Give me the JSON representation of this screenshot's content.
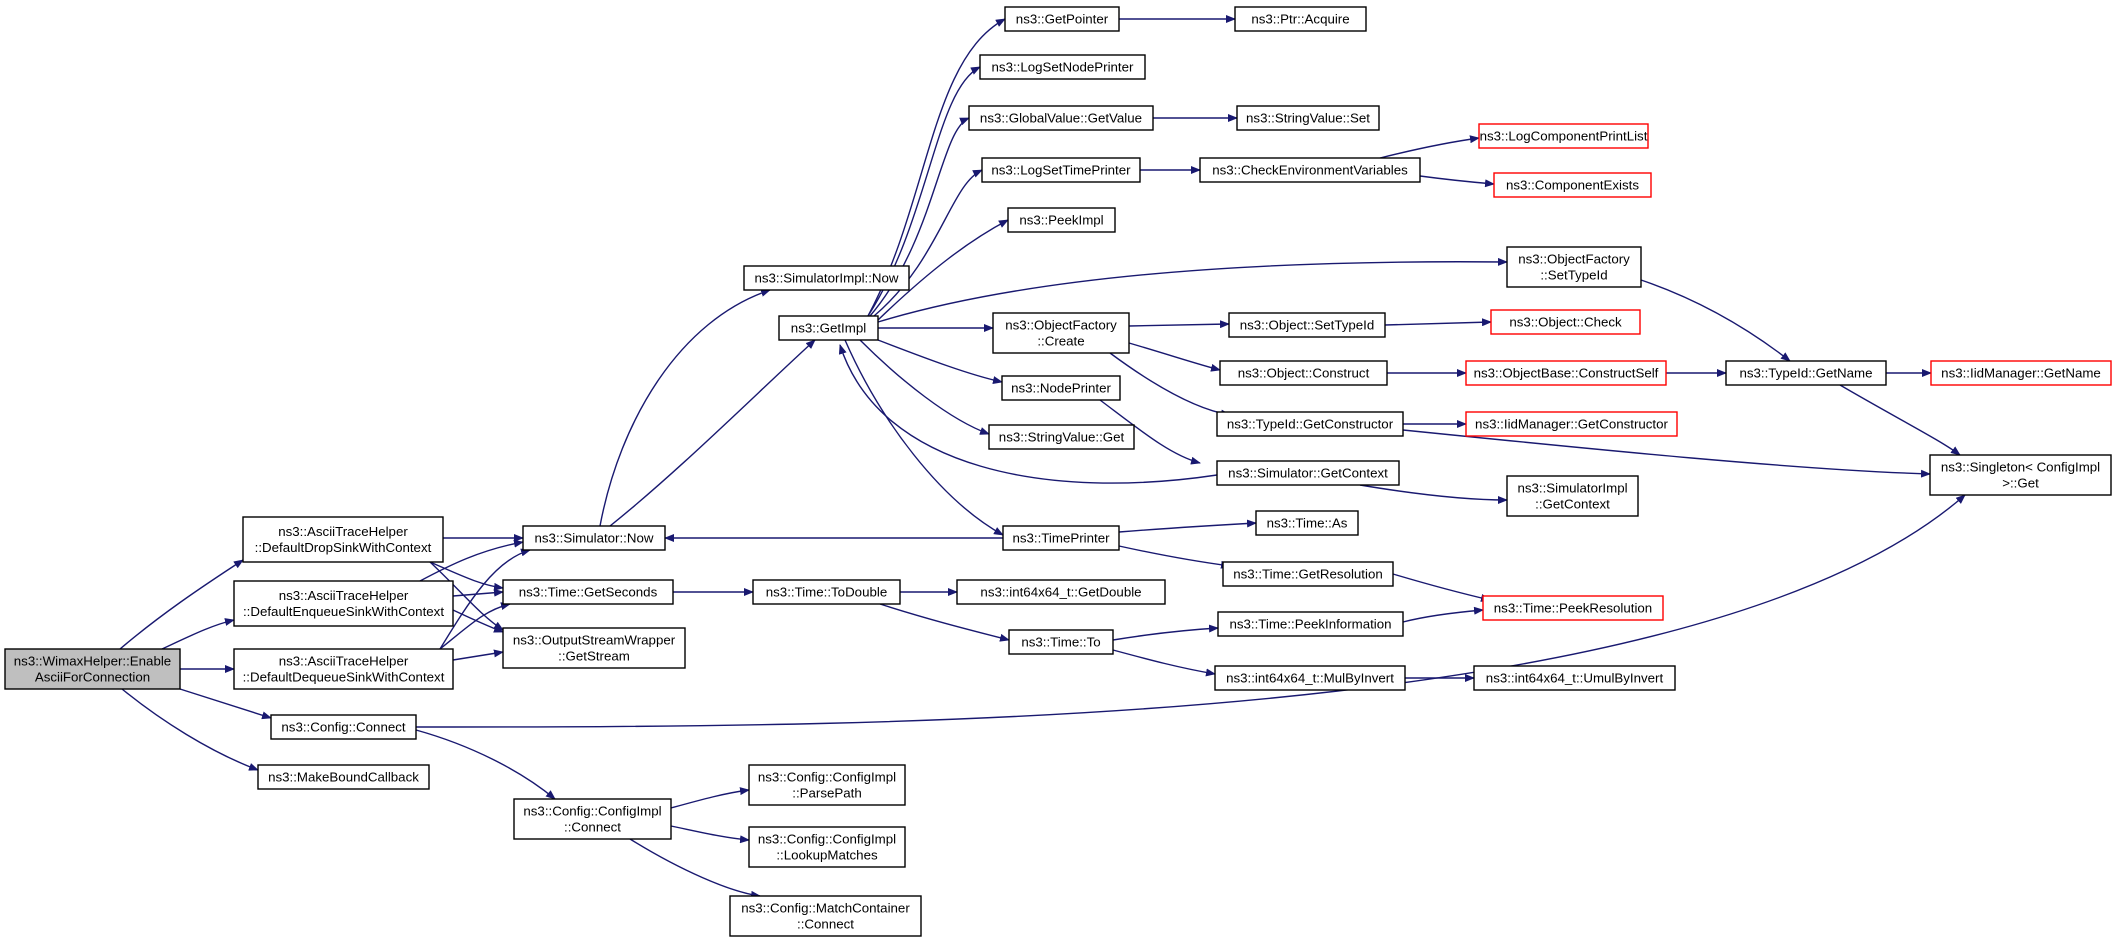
{
  "colors": {
    "edge": "#191970",
    "border_default": "#000000",
    "border_external": "#ff0000",
    "root_fill": "#bfbfbf",
    "node_fill": "#ffffff",
    "text": "#000000"
  },
  "nodes": [
    {
      "id": "root",
      "lines": [
        "ns3::WimaxHelper::Enable",
        "AsciiForConnection"
      ],
      "style": "root"
    },
    {
      "id": "drop",
      "lines": [
        "ns3::AsciiTraceHelper",
        "::DefaultDropSinkWithContext"
      ],
      "style": "default"
    },
    {
      "id": "enq",
      "lines": [
        "ns3::AsciiTraceHelper",
        "::DefaultEnqueueSinkWithContext"
      ],
      "style": "default"
    },
    {
      "id": "deq",
      "lines": [
        "ns3::AsciiTraceHelper",
        "::DefaultDequeueSinkWithContext"
      ],
      "style": "default"
    },
    {
      "id": "cfgconnect",
      "lines": [
        "ns3::Config::Connect"
      ],
      "style": "default"
    },
    {
      "id": "mbc",
      "lines": [
        "ns3::MakeBoundCallback"
      ],
      "style": "default"
    },
    {
      "id": "simnow",
      "lines": [
        "ns3::Simulator::Now"
      ],
      "style": "default"
    },
    {
      "id": "getsec",
      "lines": [
        "ns3::Time::GetSeconds"
      ],
      "style": "default"
    },
    {
      "id": "osw",
      "lines": [
        "ns3::OutputStreamWrapper",
        "::GetStream"
      ],
      "style": "default"
    },
    {
      "id": "cfgimplconn",
      "lines": [
        "ns3::Config::ConfigImpl",
        "::Connect"
      ],
      "style": "default"
    },
    {
      "id": "simimplnow",
      "lines": [
        "ns3::SimulatorImpl::Now"
      ],
      "style": "default"
    },
    {
      "id": "getimpl",
      "lines": [
        "ns3::GetImpl"
      ],
      "style": "default"
    },
    {
      "id": "todouble",
      "lines": [
        "ns3::Time::ToDouble"
      ],
      "style": "default"
    },
    {
      "id": "parsepath",
      "lines": [
        "ns3::Config::ConfigImpl",
        "::ParsePath"
      ],
      "style": "default"
    },
    {
      "id": "lookup",
      "lines": [
        "ns3::Config::ConfigImpl",
        "::LookupMatches"
      ],
      "style": "default"
    },
    {
      "id": "matchcont",
      "lines": [
        "ns3::Config::MatchContainer",
        "::Connect"
      ],
      "style": "default"
    },
    {
      "id": "getpointer",
      "lines": [
        "ns3::GetPointer"
      ],
      "style": "default"
    },
    {
      "id": "lognode",
      "lines": [
        "ns3::LogSetNodePrinter"
      ],
      "style": "default"
    },
    {
      "id": "gvget",
      "lines": [
        "ns3::GlobalValue::GetValue"
      ],
      "style": "default"
    },
    {
      "id": "logtime",
      "lines": [
        "ns3::LogSetTimePrinter"
      ],
      "style": "default"
    },
    {
      "id": "peekimpl",
      "lines": [
        "ns3::PeekImpl"
      ],
      "style": "default"
    },
    {
      "id": "ofcreate",
      "lines": [
        "ns3::ObjectFactory",
        "::Create"
      ],
      "style": "default"
    },
    {
      "id": "nodeprinter",
      "lines": [
        "ns3::NodePrinter"
      ],
      "style": "default"
    },
    {
      "id": "svget",
      "lines": [
        "ns3::StringValue::Get"
      ],
      "style": "default"
    },
    {
      "id": "timeprinter",
      "lines": [
        "ns3::TimePrinter"
      ],
      "style": "default"
    },
    {
      "id": "getdouble",
      "lines": [
        "ns3::int64x64_t::GetDouble"
      ],
      "style": "default"
    },
    {
      "id": "timeto",
      "lines": [
        "ns3::Time::To"
      ],
      "style": "default"
    },
    {
      "id": "ptracquire",
      "lines": [
        "ns3::Ptr::Acquire"
      ],
      "style": "default"
    },
    {
      "id": "svset",
      "lines": [
        "ns3::StringValue::Set"
      ],
      "style": "default"
    },
    {
      "id": "checkenv",
      "lines": [
        "ns3::CheckEnvironmentVariables"
      ],
      "style": "default"
    },
    {
      "id": "setobjtid",
      "lines": [
        "ns3::Object::SetTypeId"
      ],
      "style": "default"
    },
    {
      "id": "objconstruct",
      "lines": [
        "ns3::Object::Construct"
      ],
      "style": "default"
    },
    {
      "id": "tidgetctor",
      "lines": [
        "ns3::TypeId::GetConstructor"
      ],
      "style": "default"
    },
    {
      "id": "simgetctx",
      "lines": [
        "ns3::Simulator::GetContext"
      ],
      "style": "default"
    },
    {
      "id": "timeas",
      "lines": [
        "ns3::Time::As"
      ],
      "style": "default"
    },
    {
      "id": "getres",
      "lines": [
        "ns3::Time::GetResolution"
      ],
      "style": "default"
    },
    {
      "id": "peekinfo",
      "lines": [
        "ns3::Time::PeekInformation"
      ],
      "style": "default"
    },
    {
      "id": "mulbyinv",
      "lines": [
        "ns3::int64x64_t::MulByInvert"
      ],
      "style": "default"
    },
    {
      "id": "logcomplist",
      "lines": [
        "ns3::LogComponentPrintList"
      ],
      "style": "external"
    },
    {
      "id": "compexists",
      "lines": [
        "ns3::ComponentExists"
      ],
      "style": "external"
    },
    {
      "id": "ofsettid",
      "lines": [
        "ns3::ObjectFactory",
        "::SetTypeId"
      ],
      "style": "default"
    },
    {
      "id": "objcheck",
      "lines": [
        "ns3::Object::Check"
      ],
      "style": "external"
    },
    {
      "id": "obconstructself",
      "lines": [
        "ns3::ObjectBase::ConstructSelf"
      ],
      "style": "external"
    },
    {
      "id": "iidgetctor",
      "lines": [
        "ns3::IidManager::GetConstructor"
      ],
      "style": "external"
    },
    {
      "id": "simimplctx",
      "lines": [
        "ns3::SimulatorImpl",
        "::GetContext"
      ],
      "style": "default"
    },
    {
      "id": "peekres",
      "lines": [
        "ns3::Time::PeekResolution"
      ],
      "style": "external"
    },
    {
      "id": "umulbyinv",
      "lines": [
        "ns3::int64x64_t::UmulByInvert"
      ],
      "style": "default"
    },
    {
      "id": "tidgetname",
      "lines": [
        "ns3::TypeId::GetName"
      ],
      "style": "default"
    },
    {
      "id": "singleton",
      "lines": [
        "ns3::Singleton< ConfigImpl",
        ">::Get"
      ],
      "style": "default"
    },
    {
      "id": "iidgetname",
      "lines": [
        "ns3::IidManager::GetName"
      ],
      "style": "external"
    }
  ],
  "edges": [
    [
      "root",
      "drop"
    ],
    [
      "root",
      "enq"
    ],
    [
      "root",
      "deq"
    ],
    [
      "root",
      "cfgconnect"
    ],
    [
      "root",
      "mbc"
    ],
    [
      "drop",
      "simnow"
    ],
    [
      "drop",
      "getsec"
    ],
    [
      "drop",
      "osw"
    ],
    [
      "enq",
      "simnow"
    ],
    [
      "enq",
      "getsec"
    ],
    [
      "enq",
      "osw"
    ],
    [
      "deq",
      "simnow"
    ],
    [
      "deq",
      "getsec"
    ],
    [
      "deq",
      "osw"
    ],
    [
      "cfgconnect",
      "cfgimplconn"
    ],
    [
      "cfgconnect",
      "singleton"
    ],
    [
      "simnow",
      "simimplnow"
    ],
    [
      "simnow",
      "getimpl"
    ],
    [
      "getsec",
      "todouble"
    ],
    [
      "cfgimplconn",
      "parsepath"
    ],
    [
      "cfgimplconn",
      "lookup"
    ],
    [
      "cfgimplconn",
      "matchcont"
    ],
    [
      "getimpl",
      "getpointer"
    ],
    [
      "getimpl",
      "lognode"
    ],
    [
      "getimpl",
      "gvget"
    ],
    [
      "getimpl",
      "logtime"
    ],
    [
      "getimpl",
      "peekimpl"
    ],
    [
      "getimpl",
      "ofsettid"
    ],
    [
      "getimpl",
      "ofcreate"
    ],
    [
      "getimpl",
      "nodeprinter"
    ],
    [
      "getimpl",
      "svget"
    ],
    [
      "getimpl",
      "timeprinter"
    ],
    [
      "todouble",
      "getdouble"
    ],
    [
      "todouble",
      "timeto"
    ],
    [
      "getpointer",
      "ptracquire"
    ],
    [
      "gvget",
      "svset"
    ],
    [
      "logtime",
      "checkenv"
    ],
    [
      "checkenv",
      "logcomplist"
    ],
    [
      "checkenv",
      "compexists"
    ],
    [
      "ofcreate",
      "setobjtid"
    ],
    [
      "ofcreate",
      "objconstruct"
    ],
    [
      "ofcreate",
      "tidgetctor"
    ],
    [
      "nodeprinter",
      "simgetctx"
    ],
    [
      "simgetctx",
      "getimpl"
    ],
    [
      "simgetctx",
      "simimplctx"
    ],
    [
      "timeprinter",
      "simnow"
    ],
    [
      "timeprinter",
      "timeas"
    ],
    [
      "timeprinter",
      "getres"
    ],
    [
      "timeto",
      "peekinfo"
    ],
    [
      "timeto",
      "mulbyinv"
    ],
    [
      "setobjtid",
      "objcheck"
    ],
    [
      "objconstruct",
      "obconstructself"
    ],
    [
      "tidgetctor",
      "iidgetctor"
    ],
    [
      "tidgetctor",
      "singleton"
    ],
    [
      "getres",
      "peekres"
    ],
    [
      "peekinfo",
      "peekres"
    ],
    [
      "mulbyinv",
      "umulbyinv"
    ],
    [
      "ofsettid",
      "tidgetname"
    ],
    [
      "obconstructself",
      "tidgetname"
    ],
    [
      "tidgetname",
      "iidgetname"
    ],
    [
      "tidgetname",
      "singleton"
    ]
  ]
}
